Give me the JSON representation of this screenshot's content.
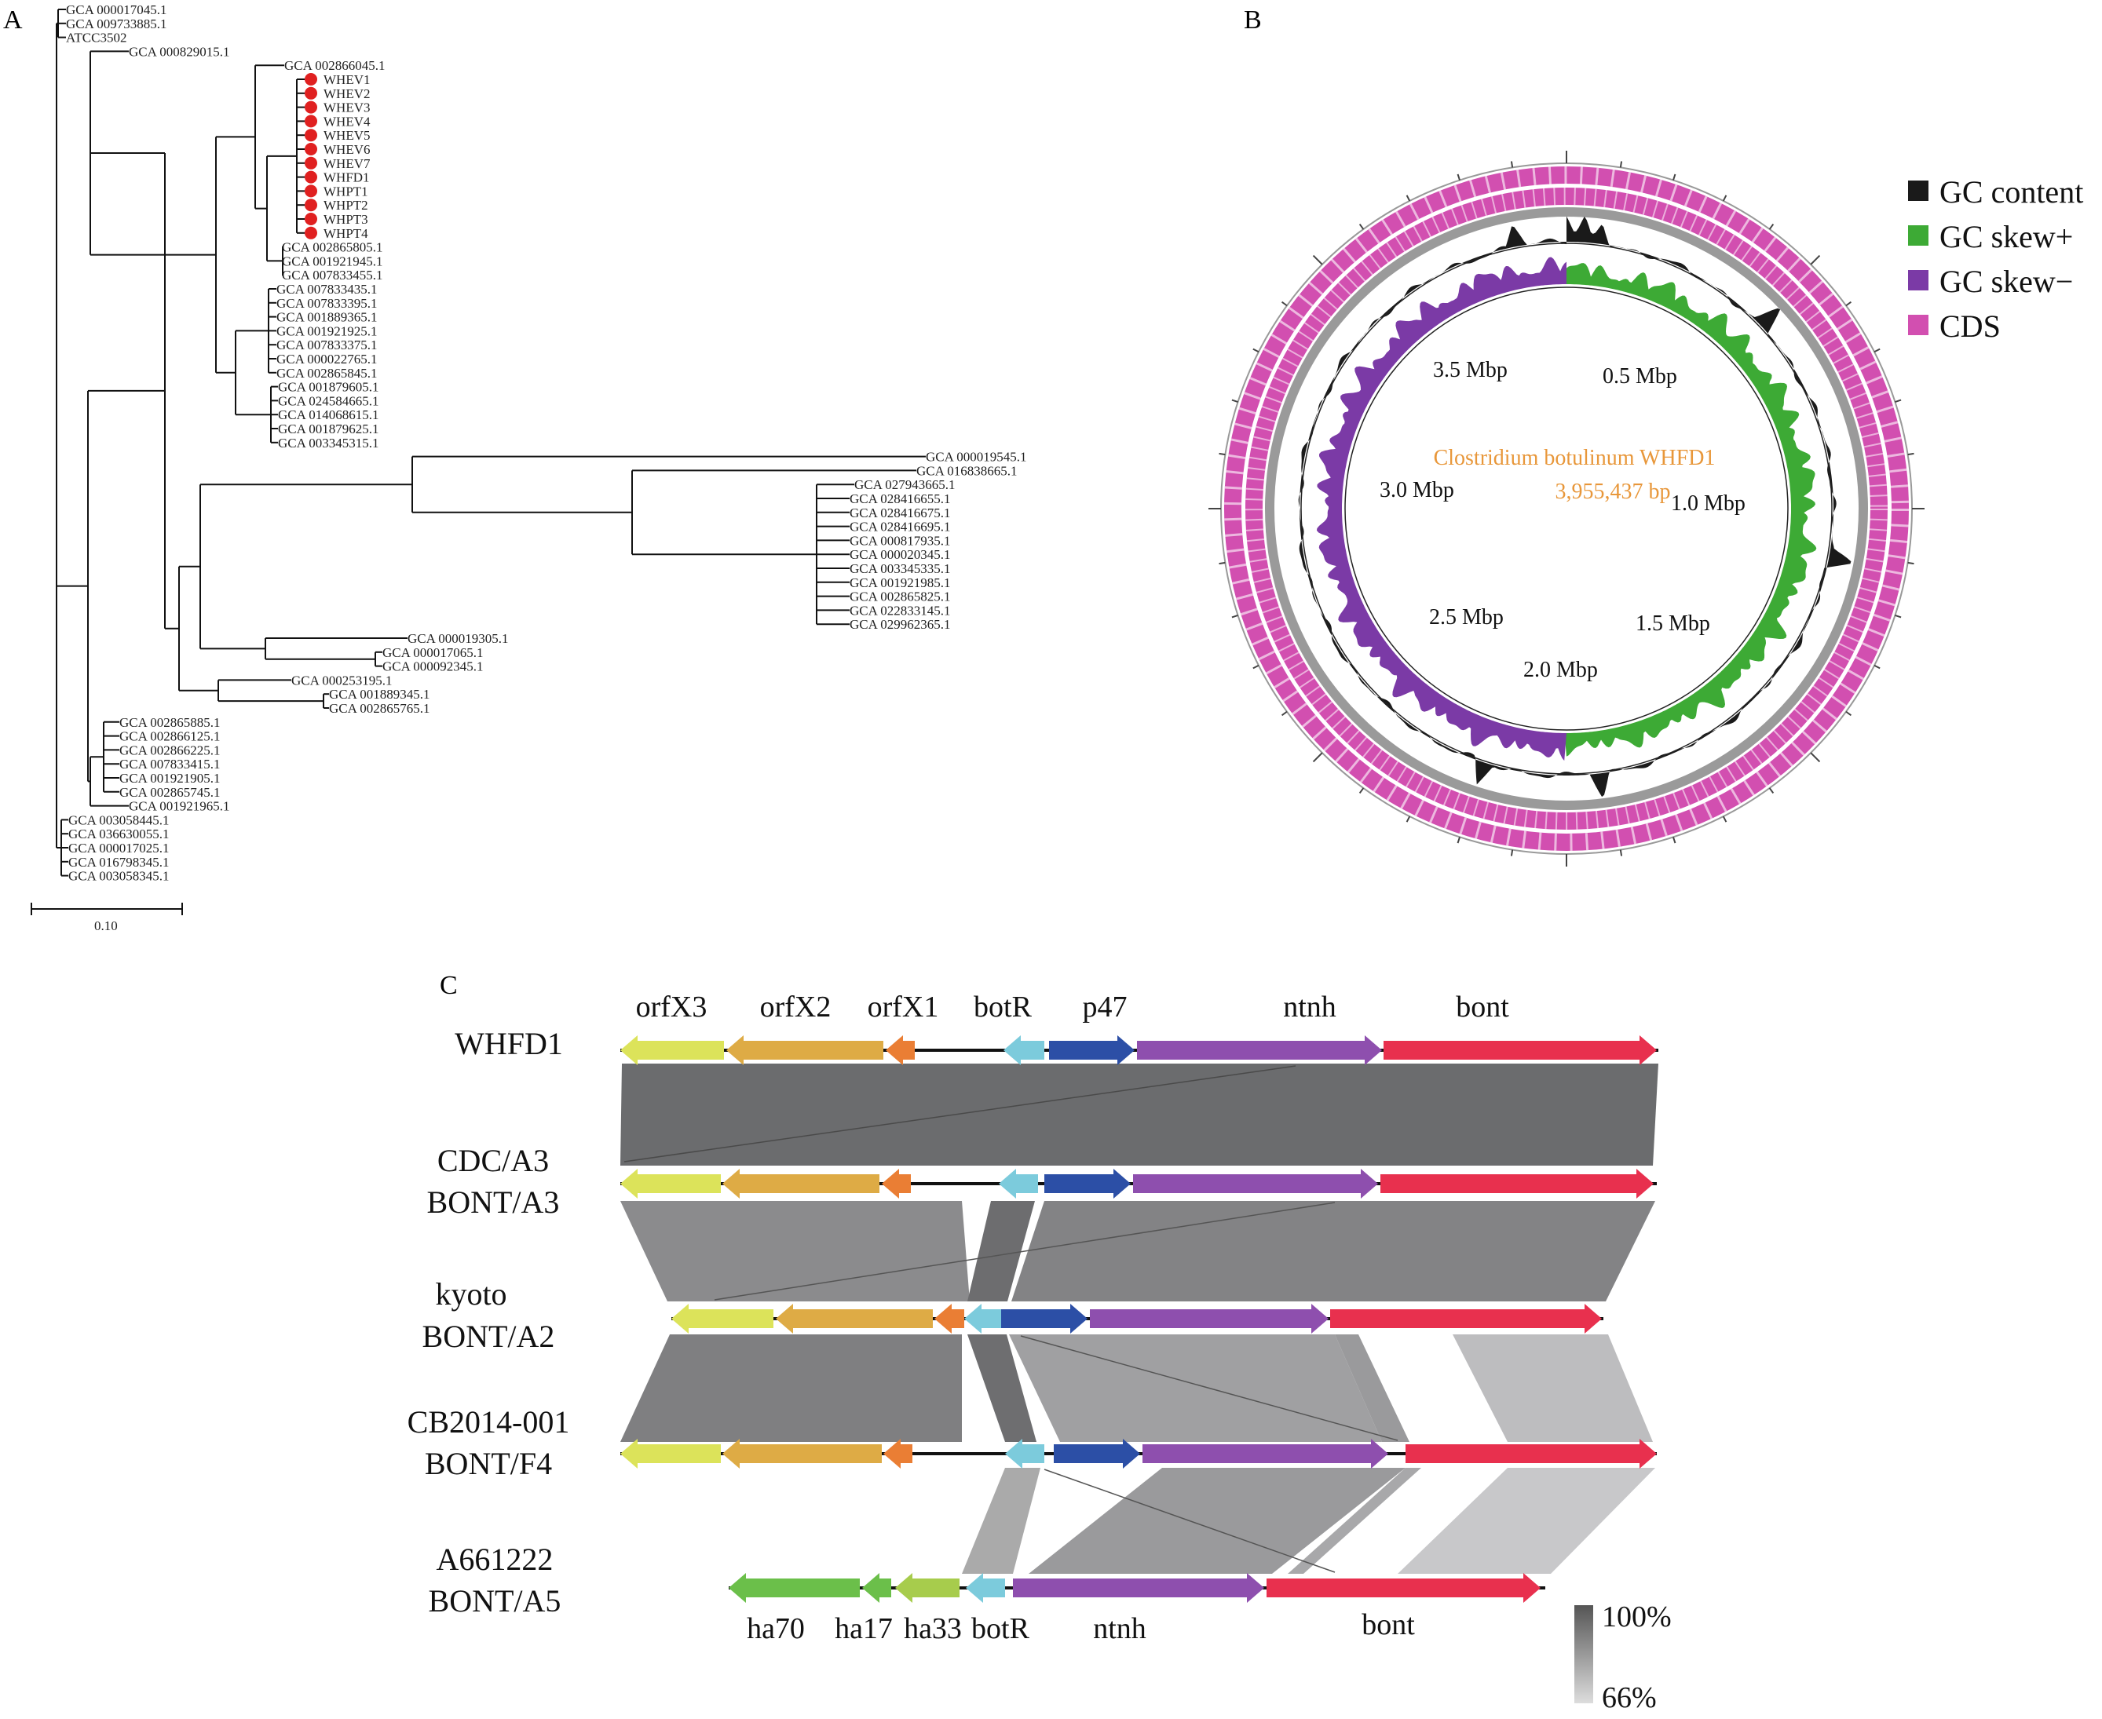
{
  "panels": {
    "a": "A",
    "b": "B",
    "c": "C"
  },
  "tree": {
    "scale_label": "0.10",
    "tips": [
      "GCA 000017045.1",
      "GCA 009733885.1",
      "ATCC3502",
      "GCA 000829015.1",
      "GCA 002866045.1",
      "WHEV1",
      "WHEV2",
      "WHEV3",
      "WHEV4",
      "WHEV5",
      "WHEV6",
      "WHEV7",
      "WHFD1",
      "WHPT1",
      "WHPT2",
      "WHPT3",
      "WHPT4",
      "GCA 002865805.1",
      "GCA 001921945.1",
      "GCA 007833455.1",
      "GCA 007833435.1",
      "GCA 007833395.1",
      "GCA 001889365.1",
      "GCA 001921925.1",
      "GCA 007833375.1",
      "GCA 000022765.1",
      "GCA 002865845.1",
      "GCA 001879605.1",
      "GCA 024584665.1",
      "GCA 014068615.1",
      "GCA 001879625.1",
      "GCA 003345315.1",
      "GCA 000019545.1",
      "GCA 016838665.1",
      "GCA 027943665.1",
      "GCA 028416655.1",
      "GCA 028416675.1",
      "GCA 028416695.1",
      "GCA 000817935.1",
      "GCA 000020345.1",
      "GCA 003345335.1",
      "GCA 001921985.1",
      "GCA 002865825.1",
      "GCA 022833145.1",
      "GCA 029962365.1",
      "GCA 000019305.1",
      "GCA 000017065.1",
      "GCA 000092345.1",
      "GCA 000253195.1",
      "GCA 001889345.1",
      "GCA 002865765.1",
      "GCA 002865885.1",
      "GCA 002866125.1",
      "GCA 002866225.1",
      "GCA 007833415.1",
      "GCA 001921905.1",
      "GCA 002865745.1",
      "GCA 001921965.1",
      "GCA 003058445.1",
      "GCA 036630055.1",
      "GCA 000017025.1",
      "GCA 016798345.1",
      "GCA 003058345.1"
    ]
  },
  "genome_map": {
    "organism": "Clostridium botulinum WHFD1",
    "size": "3,955,437 bp",
    "ring_labels": [
      "0.5 Mbp",
      "1.0 Mbp",
      "1.5 Mbp",
      "2.0 Mbp",
      "2.5 Mbp",
      "3.0 Mbp",
      "3.5 Mbp"
    ],
    "legend": [
      {
        "label": "GC content",
        "color": "#1a1a1a"
      },
      {
        "label": "GC skew+",
        "color": "#3daa35"
      },
      {
        "label": "GC skew−",
        "color": "#7b3aa6"
      },
      {
        "label": "CDS",
        "color": "#d24fb0"
      }
    ]
  },
  "synteny": {
    "top_gene_labels": [
      "orfX3",
      "orfX2",
      "orfX1",
      "botR",
      "p47",
      "ntnh",
      "bont"
    ],
    "bottom_gene_labels": [
      "ha70",
      "ha17",
      "ha33",
      "botR",
      "ntnh",
      "bont"
    ],
    "strains": [
      {
        "line1": "WHFD1",
        "line2": ""
      },
      {
        "line1": "CDC/A3",
        "line2": "BONT/A3"
      },
      {
        "line1": "kyoto",
        "line2": "BONT/A2"
      },
      {
        "line1": "CB2014-001",
        "line2": "BONT/F4"
      },
      {
        "line1": "A661222",
        "line2": "BONT/A5"
      }
    ],
    "identity_scale": {
      "max": "100%",
      "min": "66%"
    }
  }
}
